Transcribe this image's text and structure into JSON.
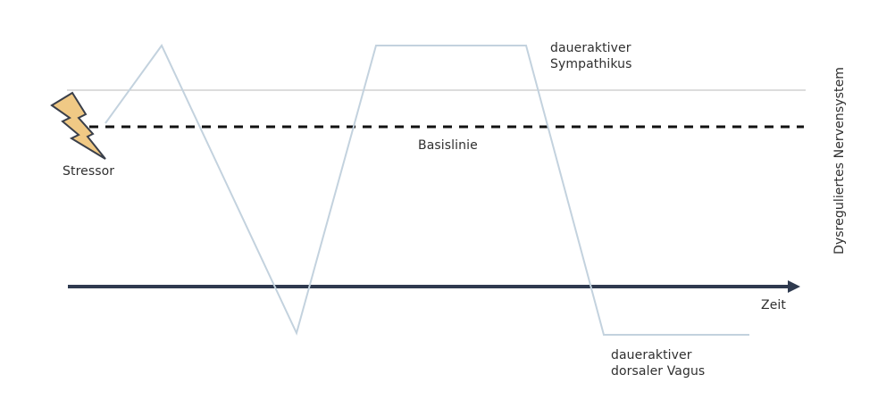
{
  "diagram": {
    "title": "Dysreguliertes Nervensystem",
    "labels": {
      "stressor": "Stressor",
      "sympathikus": "daueraktiver\nSympathikus",
      "basislinie": "Basislinie",
      "zeit": "Zeit",
      "vagus": "daueraktiver\ndorsaler Vagus",
      "y_axis": "Dysreguliertes Nervensystem"
    },
    "icons": {
      "stressor": "lightning-bolt-icon"
    },
    "colors": {
      "curve": "#c3d2de",
      "threshold_line": "#c8c8c8",
      "baseline_dashed": "#111111",
      "time_axis": "#2f3a4f",
      "bolt_fill": "#f0c985",
      "bolt_stroke": "#3a3f4a"
    }
  }
}
